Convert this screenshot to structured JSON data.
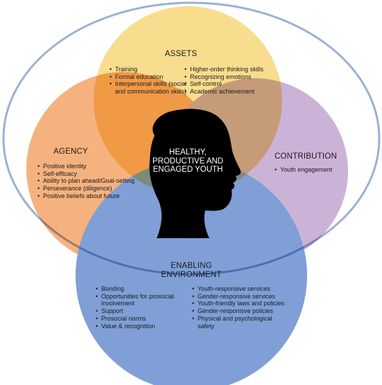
{
  "center": {
    "text_lines": [
      "HEALTHY,",
      "PRODUCTIVE AND",
      "ENGAGED YOUTH"
    ]
  },
  "circles": {
    "assets": {
      "title": "ASSETS",
      "left_items": [
        "Training",
        "Formal education",
        "Interpersonal skills (social and communication skills)"
      ],
      "right_items": [
        "Higher-order thinking skills",
        "Recognizing emotions",
        "Self-control",
        "Academic achievement"
      ]
    },
    "agency": {
      "title": "AGENCY",
      "items": [
        "Positive identity",
        "Self-efficacy",
        "Ability to plan ahead/Goal-setting",
        "Perseverance (diligence)",
        "Positive beliefs about future"
      ]
    },
    "contribution": {
      "title": "CONTRIBUTION",
      "items": [
        "Youth engagement"
      ]
    },
    "enabling_environment": {
      "title_lines": [
        "ENABLING",
        "ENVIRONMENT"
      ],
      "left_items": [
        "Bonding",
        "Opportunities for prosocial involvement",
        "Support",
        "Prosocial norms",
        "Value & recognition"
      ],
      "right_items": [
        "Youth-responsive services",
        "Gender-responsive services",
        "Youth-friendly laws and policies",
        "Gender-responsive policies",
        "Physical and psychological safety"
      ]
    }
  },
  "colors": {
    "assets": "#f9dd8e",
    "agency": "#f6b27e",
    "contribution": "#cbb3d8",
    "enabling": "#7f9fd6",
    "outline": "#9bb0d6",
    "silhouette": "#000000"
  }
}
